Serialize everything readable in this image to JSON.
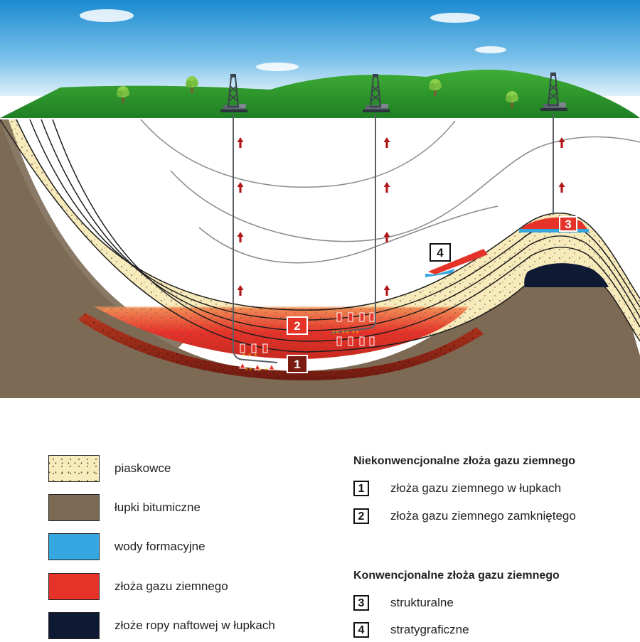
{
  "diagram": {
    "markers": [
      "1",
      "2",
      "3",
      "4"
    ],
    "colors": {
      "sandstone": "#f7eabb",
      "shale": "#7d6a55",
      "water": "#35a7e0",
      "gas": "#e5332a",
      "oil": "#0e1a33",
      "ground": "#2e9c2a",
      "sky_top": "#1a8ad0",
      "arrow": "#b0181c"
    }
  },
  "legend": {
    "items": [
      {
        "key": "sandstone",
        "label": "piaskowce"
      },
      {
        "key": "shale",
        "label": "łupki bitumiczne"
      },
      {
        "key": "water",
        "label": "wody formacyjne"
      },
      {
        "key": "gas",
        "label": "złoża gazu ziemnego"
      },
      {
        "key": "oil",
        "label": "złoże ropy naftowej w łupkach"
      }
    ]
  },
  "unconventional": {
    "title": "Niekonwencjonalne złoża gazu ziemnego",
    "items": [
      {
        "num": "1",
        "label": "złoża gazu ziemnego w łupkach"
      },
      {
        "num": "2",
        "label": "złoża gazu ziemnego zamkniętego"
      }
    ]
  },
  "conventional": {
    "title": "Konwencjonalne złoża gazu ziemnego",
    "items": [
      {
        "num": "3",
        "label": "strukturalne"
      },
      {
        "num": "4",
        "label": "stratygraficzne"
      }
    ]
  }
}
